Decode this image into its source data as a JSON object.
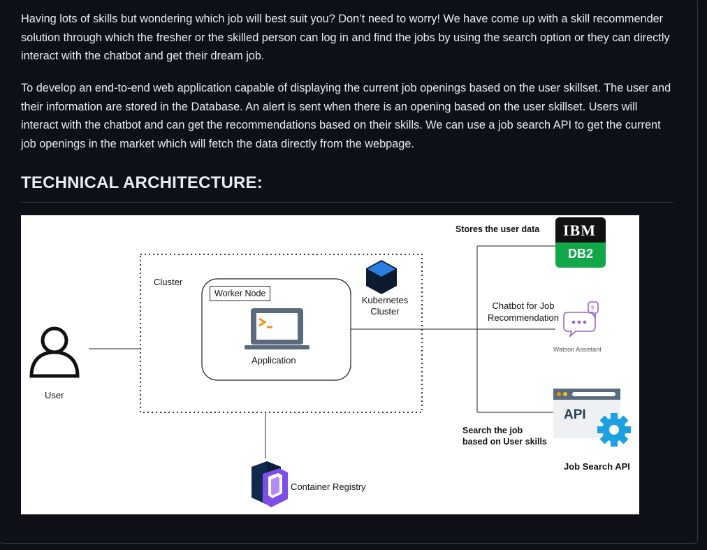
{
  "readme": {
    "paragraph_1": "Having lots of skills but wondering which job will best suit you? Don’t need to worry! We have come up with a skill recommender solution through which the fresher or the skilled person can log in and find the jobs by using the search option or they can directly interact with the chatbot and get their dream job.",
    "paragraph_2": "To develop an end-to-end web application capable of displaying the current job openings based on the user skillset. The user and their information are stored in the Database. An alert is sent when there is an opening based on the user skillset. Users will interact with the chatbot and can get the recommendations based on their skills. We can use a job search API to get the current job openings in the market which will fetch the data directly from the webpage.",
    "heading": "TECHNICAL ARCHITECTURE:"
  },
  "diagram": {
    "user_label": "User",
    "cluster_label": "Cluster",
    "worker_node_label": "Worker Node",
    "application_label": "Application",
    "kubernetes_label_1": "Kubernetes",
    "kubernetes_label_2": "Cluster",
    "container_registry_label": "Container Registry",
    "stores_user_data_label": "Stores the user data",
    "ibm_logo_text": "IBM",
    "db2_text": "DB2",
    "chatbot_label_1": "Chatbot for Job",
    "chatbot_label_2": "Recommendation",
    "watson_label": "Watson Assistant",
    "search_label_1": "Search the job",
    "search_label_2": "based on User skills",
    "api_text": "API",
    "job_search_api_label": "Job Search API"
  },
  "icons": {
    "user": "user-outline-icon",
    "kubernetes": "kubernetes-cube-icon",
    "application": "laptop-terminal-icon",
    "container_registry": "container-registry-icon",
    "watson": "chat-bubbles-icon",
    "api": "api-window-gear-icon"
  },
  "colors": {
    "page_bg": "#0d1117",
    "text": "#e6edf3",
    "db2_green": "#12a84a",
    "app_blue": "#5a6b7c",
    "terminal_orange": "#f29111",
    "gear_blue": "#1ba1e2",
    "watson_purple": "#9e63c9"
  }
}
